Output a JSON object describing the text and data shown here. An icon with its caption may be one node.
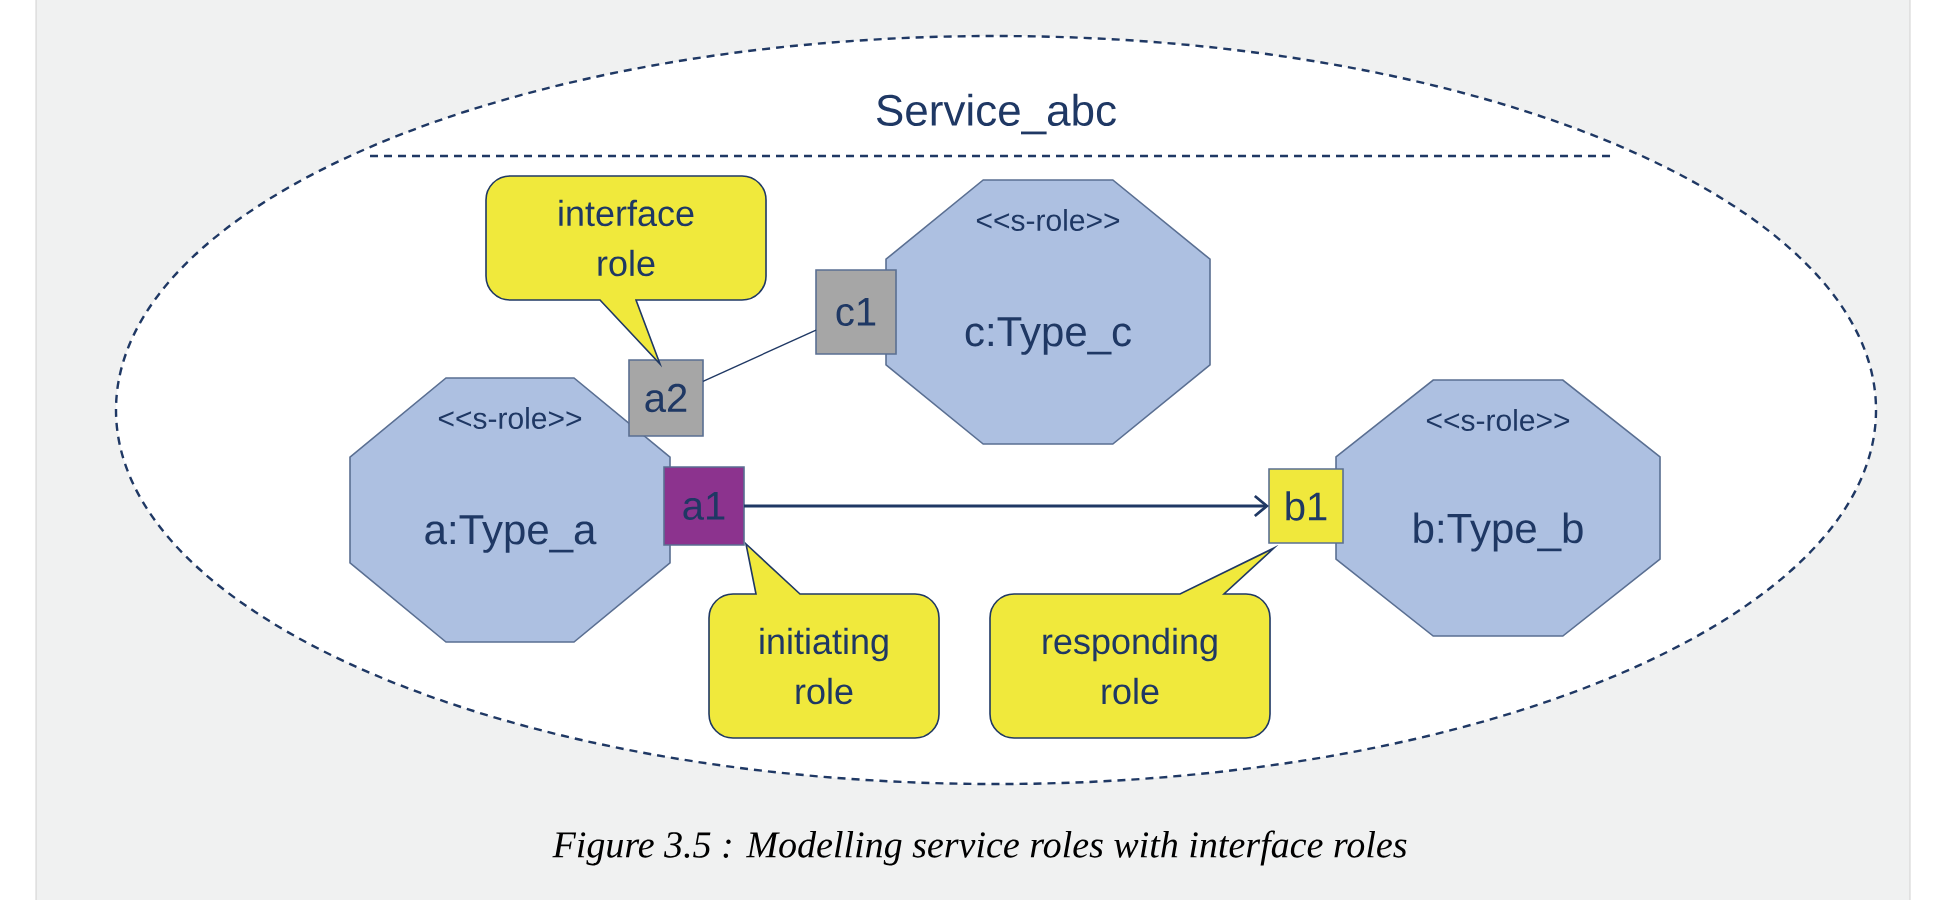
{
  "diagram": {
    "caption": "Figure 3.5 :  Modelling service roles with interface roles",
    "nodes": [
      {
        "text": [
          "Service_abc"
        ]
      },
      {
        "text": [
          "<<s-role>>",
          "a:Type_a"
        ],
        "in": 0
      },
      {
        "text": [
          "<<s-role>>",
          "c:Type_c"
        ],
        "in": 0
      },
      {
        "text": [
          "<<s-role>>",
          "b:Type_b"
        ],
        "in": 0
      },
      {
        "text": [
          "a2"
        ],
        "in": 0
      },
      {
        "text": [
          "a1"
        ],
        "in": 0
      },
      {
        "text": [
          "c1"
        ],
        "in": 0
      },
      {
        "text": [
          "b1"
        ],
        "in": 0
      },
      {
        "text": [
          "interface role"
        ],
        "in": 0
      },
      {
        "text": [
          "initiating role"
        ],
        "in": 0
      },
      {
        "text": [
          "responding role"
        ],
        "in": 0
      }
    ],
    "edges": [
      {
        "from": 4,
        "to": 6,
        "arrow": "none"
      },
      {
        "from": 5,
        "to": 7,
        "arrow": "to"
      }
    ]
  }
}
